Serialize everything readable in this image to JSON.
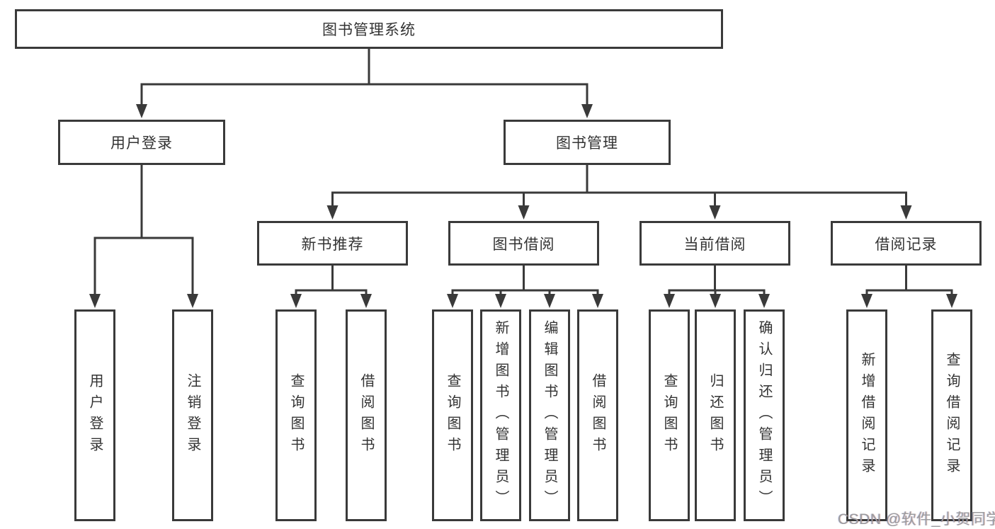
{
  "diagram": {
    "root": {
      "label": "图书管理系统",
      "children": [
        {
          "label": "用户登录",
          "children": [
            {
              "label": "用户登录"
            },
            {
              "label": "注销登录"
            }
          ]
        },
        {
          "label": "图书管理",
          "children": [
            {
              "label": "新书推荐",
              "children": [
                {
                  "label": "查询图书"
                },
                {
                  "label": "借阅图书"
                }
              ]
            },
            {
              "label": "图书借阅",
              "children": [
                {
                  "label": "查询图书"
                },
                {
                  "label": "新增图书（管理员）"
                },
                {
                  "label": "编辑图书（管理员）"
                },
                {
                  "label": "借阅图书"
                }
              ]
            },
            {
              "label": "当前借阅",
              "children": [
                {
                  "label": "查询图书"
                },
                {
                  "label": "归还图书"
                },
                {
                  "label": "确认归还（管理员）"
                }
              ]
            },
            {
              "label": "借阅记录",
              "children": [
                {
                  "label": "新增借阅记录"
                },
                {
                  "label": "查询借阅记录"
                }
              ]
            }
          ]
        }
      ]
    }
  },
  "watermark": {
    "text": "CSDN @软件_小贺同学"
  },
  "colors": {
    "line": "#3a3a3a",
    "text": "#333333",
    "background": "#ffffff",
    "watermark": "#9b9b9e"
  }
}
